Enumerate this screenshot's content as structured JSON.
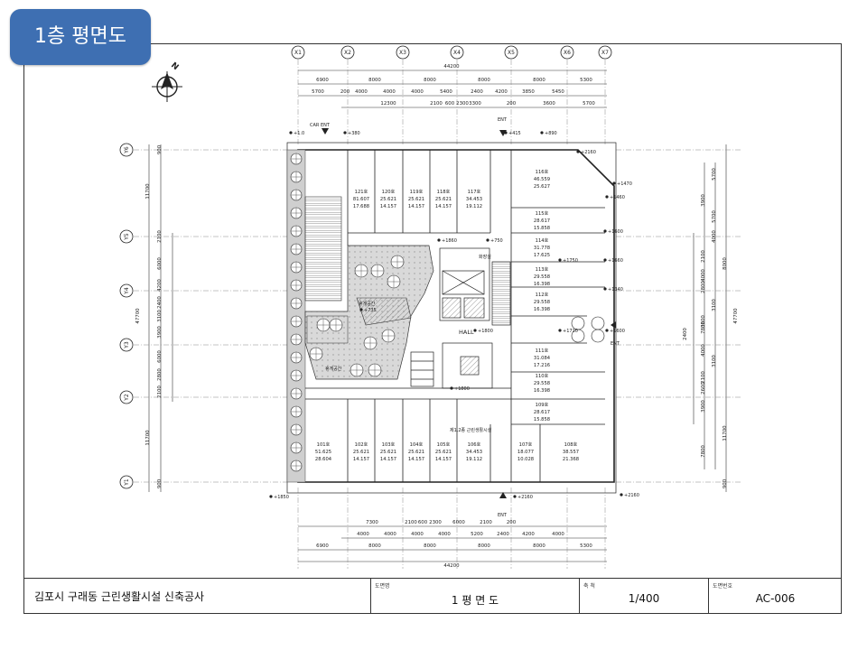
{
  "page_badge": "1층 평면도",
  "axes_x": [
    "X1",
    "X2",
    "X3",
    "X4",
    "X5",
    "X6",
    "X7"
  ],
  "axes_y": [
    "Y6",
    "Y5",
    "Y4",
    "Y3",
    "Y2",
    "Y1"
  ],
  "top_dims": {
    "total": "44200",
    "row1": [
      "6900",
      "8000",
      "8000",
      "8000",
      "8000",
      "5300"
    ],
    "row2": [
      "5700",
      "200",
      "4000",
      "4000",
      "4000",
      "5400",
      "2400",
      "4200",
      "3850",
      "5450"
    ],
    "row3": [
      "12300",
      "2100",
      "600",
      "2300",
      "3300",
      "200",
      "3600",
      "5700"
    ]
  },
  "bottom_dims": {
    "row1": [
      "7300",
      "2100",
      "600",
      "2300",
      "6000",
      "2100",
      "200"
    ],
    "row2": [
      "4000",
      "4000",
      "4000",
      "4000",
      "5200",
      "2400",
      "4200",
      "4000"
    ],
    "row3": [
      "6900",
      "8000",
      "8000",
      "8000",
      "8000",
      "5300"
    ],
    "total": "44200"
  },
  "left_dims": [
    "900",
    "11700",
    "2100",
    "6000",
    "4200",
    "2400",
    "3100",
    "3900",
    "6000",
    "2800",
    "2100",
    "11700",
    "900"
  ],
  "left_total": "47700",
  "right_dims": [
    "5700",
    "3900",
    "5700",
    "4000",
    "2100",
    "8000",
    "4000",
    "2800",
    "3100",
    "3600",
    "7800",
    "2400",
    "4000",
    "3100",
    "2100",
    "2600",
    "3900",
    "11700",
    "7800",
    "900"
  ],
  "right_total": "47700",
  "labels": {
    "car_ent": "CAR ENT",
    "ent_top": "ENT",
    "ent_right": "ENT",
    "ent_bottom": "ENT",
    "hall": "HALL",
    "garden_1": "휴게공간",
    "garden_2": "휴게공간",
    "facility": "제1,2종 근린생활시설",
    "toilet": "화장실"
  },
  "levels": [
    "+1.0",
    "+380",
    "+415",
    "+890",
    "+1470",
    "+1460",
    "+1600",
    "+1660",
    "+1340",
    "+1710",
    "+1600",
    "+1800",
    "+1860",
    "+735",
    "+750",
    "+1800",
    "+1850",
    "+2160",
    "+2160",
    "+2160",
    "+1750"
  ],
  "rooms_top": [
    {
      "name": "121호",
      "a": "81.607",
      "b": "17.688"
    },
    {
      "name": "120호",
      "a": "25.621",
      "b": "14.157"
    },
    {
      "name": "119호",
      "a": "25.621",
      "b": "14.157"
    },
    {
      "name": "118호",
      "a": "25.621",
      "b": "14.157"
    },
    {
      "name": "117호",
      "a": "34.453",
      "b": "19.112"
    }
  ],
  "rooms_right": [
    {
      "name": "116호",
      "a": "46.559",
      "b": "25.627"
    },
    {
      "name": "115호",
      "a": "28.617",
      "b": "15.858"
    },
    {
      "name": "114호",
      "a": "31.778",
      "b": "17.625"
    },
    {
      "name": "113호",
      "a": "29.558",
      "b": "16.398"
    },
    {
      "name": "112호",
      "a": "29.558",
      "b": "16.398"
    },
    {
      "name": "111호",
      "a": "31.084",
      "b": "17.216"
    },
    {
      "name": "110호",
      "a": "29.558",
      "b": "16.398"
    },
    {
      "name": "109호",
      "a": "28.617",
      "b": "15.858"
    }
  ],
  "rooms_bottom": [
    {
      "name": "101호",
      "a": "51.625",
      "b": "28.604"
    },
    {
      "name": "102호",
      "a": "25.621",
      "b": "14.157"
    },
    {
      "name": "103호",
      "a": "25.621",
      "b": "14.157"
    },
    {
      "name": "104호",
      "a": "25.621",
      "b": "14.157"
    },
    {
      "name": "105호",
      "a": "25.621",
      "b": "14.157"
    },
    {
      "name": "106호",
      "a": "34.453",
      "b": "19.112"
    },
    {
      "name": "107호",
      "a": "18.077",
      "b": "10.028"
    },
    {
      "name": "108호",
      "a": "38.557",
      "b": "21.368"
    }
  ],
  "title_block": {
    "project": "김포시 구래동 근린생활시설 신축공사",
    "drawing_label": "도면명",
    "drawing": "1  평 면 도",
    "scale_label": "축 척",
    "scale": "1/400",
    "number_label": "도면번호",
    "number": "AC-006"
  },
  "colors": {
    "badge": "#3e6fb2",
    "line": "#222222",
    "hatch": "#555555"
  }
}
